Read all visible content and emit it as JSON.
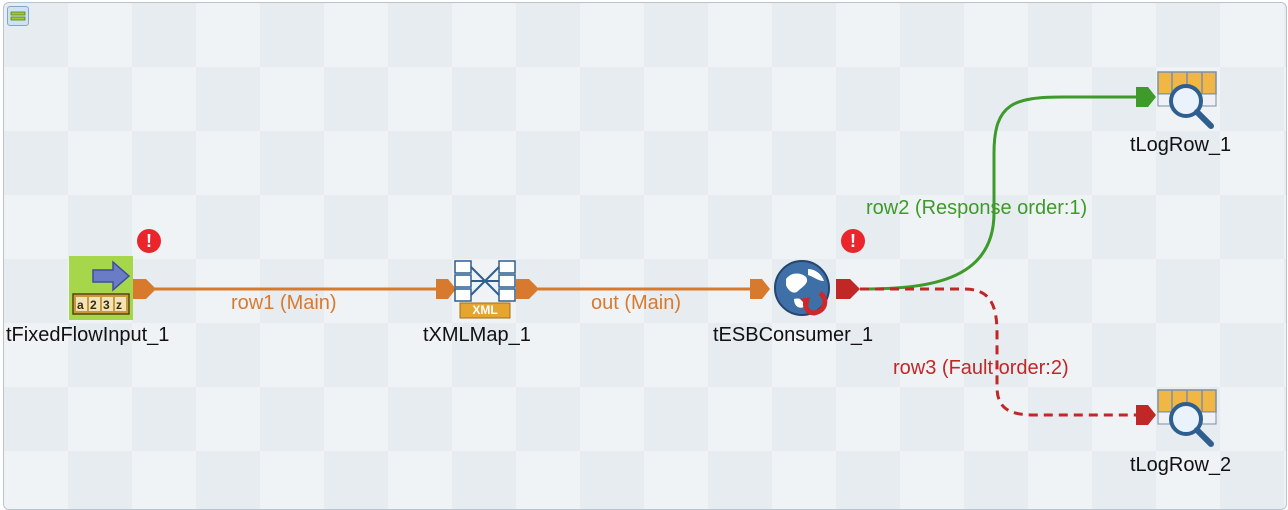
{
  "canvas": {
    "background": "#e7ecf1",
    "collapse_icon": "collapse-icon"
  },
  "components": [
    {
      "name": "tFixedFlowInput_1",
      "icon": "fixed-flow-input-icon",
      "has_warning": true
    },
    {
      "name": "tXMLMap_1",
      "icon": "xml-map-icon",
      "icon_text": "XML",
      "has_warning": false
    },
    {
      "name": "tESBConsumer_1",
      "icon": "esb-consumer-globe-icon",
      "has_warning": true
    },
    {
      "name": "tLogRow_1",
      "icon": "log-row-icon",
      "has_warning": false
    },
    {
      "name": "tLogRow_2",
      "icon": "log-row-icon",
      "has_warning": false
    }
  ],
  "warning": {
    "glyph": "!",
    "icon": "error-icon",
    "color": "#e8262b"
  },
  "links": [
    {
      "label": "row1 (Main)",
      "color": "#d87a2e",
      "style": "solid"
    },
    {
      "label": "out (Main)",
      "color": "#d87a2e",
      "style": "solid"
    },
    {
      "label": "row2 (Response order:1)",
      "color": "#3e9a2a",
      "style": "solid"
    },
    {
      "label": "row3 (Fault order:2)",
      "color": "#c02727",
      "style": "dashed"
    }
  ],
  "fixed_flow_icon_text": "a23z"
}
